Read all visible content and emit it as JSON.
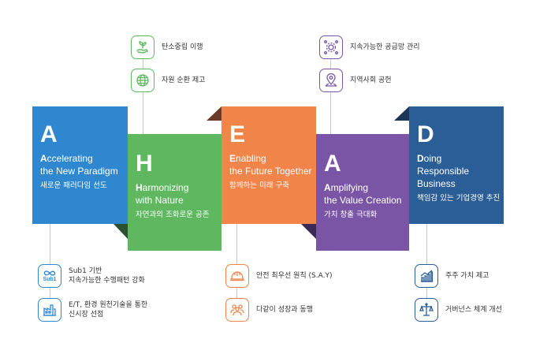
{
  "panels": [
    {
      "key": "a1",
      "letter": "A",
      "eng_cap": "A",
      "eng_rest": "ccelerating",
      "eng_line2": "the New Paradigm",
      "kor": "새로운 패러다임 선도",
      "color": "#2f87cf"
    },
    {
      "key": "h",
      "letter": "H",
      "eng_cap": "H",
      "eng_rest": "armonizing",
      "eng_line2": "with Nature",
      "kor": "자연과의 조화로운 공존",
      "color": "#5fb860"
    },
    {
      "key": "e",
      "letter": "E",
      "eng_cap": "E",
      "eng_rest": "nabling",
      "eng_line2": "the Future Together",
      "kor": "함께하는 미래 구축",
      "color": "#f08449"
    },
    {
      "key": "a2",
      "letter": "A",
      "eng_cap": "A",
      "eng_rest": "mplifying",
      "eng_line2": "the Value Creation",
      "kor": "가치 창출 극대화",
      "color": "#7a55a6"
    },
    {
      "key": "d",
      "letter": "D",
      "eng_cap": "D",
      "eng_rest": "oing",
      "eng_line2": "Responsible Business",
      "kor": "책임감 있는 기업경영 추진",
      "color": "#2b5d96"
    }
  ],
  "items": {
    "carbon": {
      "line1": "탄소중립 이행",
      "line2": "",
      "icon": "plant-hand-icon",
      "color": "#5fb860"
    },
    "resource": {
      "line1": "자원 순환 제고",
      "line2": "",
      "icon": "globe-recycle-icon",
      "color": "#5fb860"
    },
    "supply": {
      "line1": "지속가능한 공급망 관리",
      "line2": "",
      "icon": "gear-network-icon",
      "color": "#7a55a6"
    },
    "community": {
      "line1": "지역사회 공헌",
      "line2": "",
      "icon": "map-pin-icon",
      "color": "#7a55a6"
    },
    "sub1": {
      "line1": "Sub1 기반",
      "line2": "지속가능한 수행패턴 강화",
      "icon": "sub1-infinity-icon",
      "label": "Sub1",
      "color": "#2f87cf"
    },
    "market": {
      "line1": "E/T, 환경 원천기술을 통한",
      "line2": "신시장 선점",
      "icon": "factory-icon",
      "color": "#2f87cf"
    },
    "safety": {
      "line1": "안전 최우선 원칙 (S.A.Y)",
      "line2": "",
      "icon": "helmet-icon",
      "color": "#f08449"
    },
    "growth": {
      "line1": "다같이 성장과 동행",
      "line2": "",
      "icon": "people-icon",
      "color": "#f08449"
    },
    "shareholder": {
      "line1": "주주 가치 제고",
      "line2": "",
      "icon": "bar-chart-icon",
      "color": "#2b5d96"
    },
    "governance": {
      "line1": "거버넌스 체계 개선",
      "line2": "",
      "icon": "scale-icon",
      "color": "#2b5d96"
    }
  }
}
